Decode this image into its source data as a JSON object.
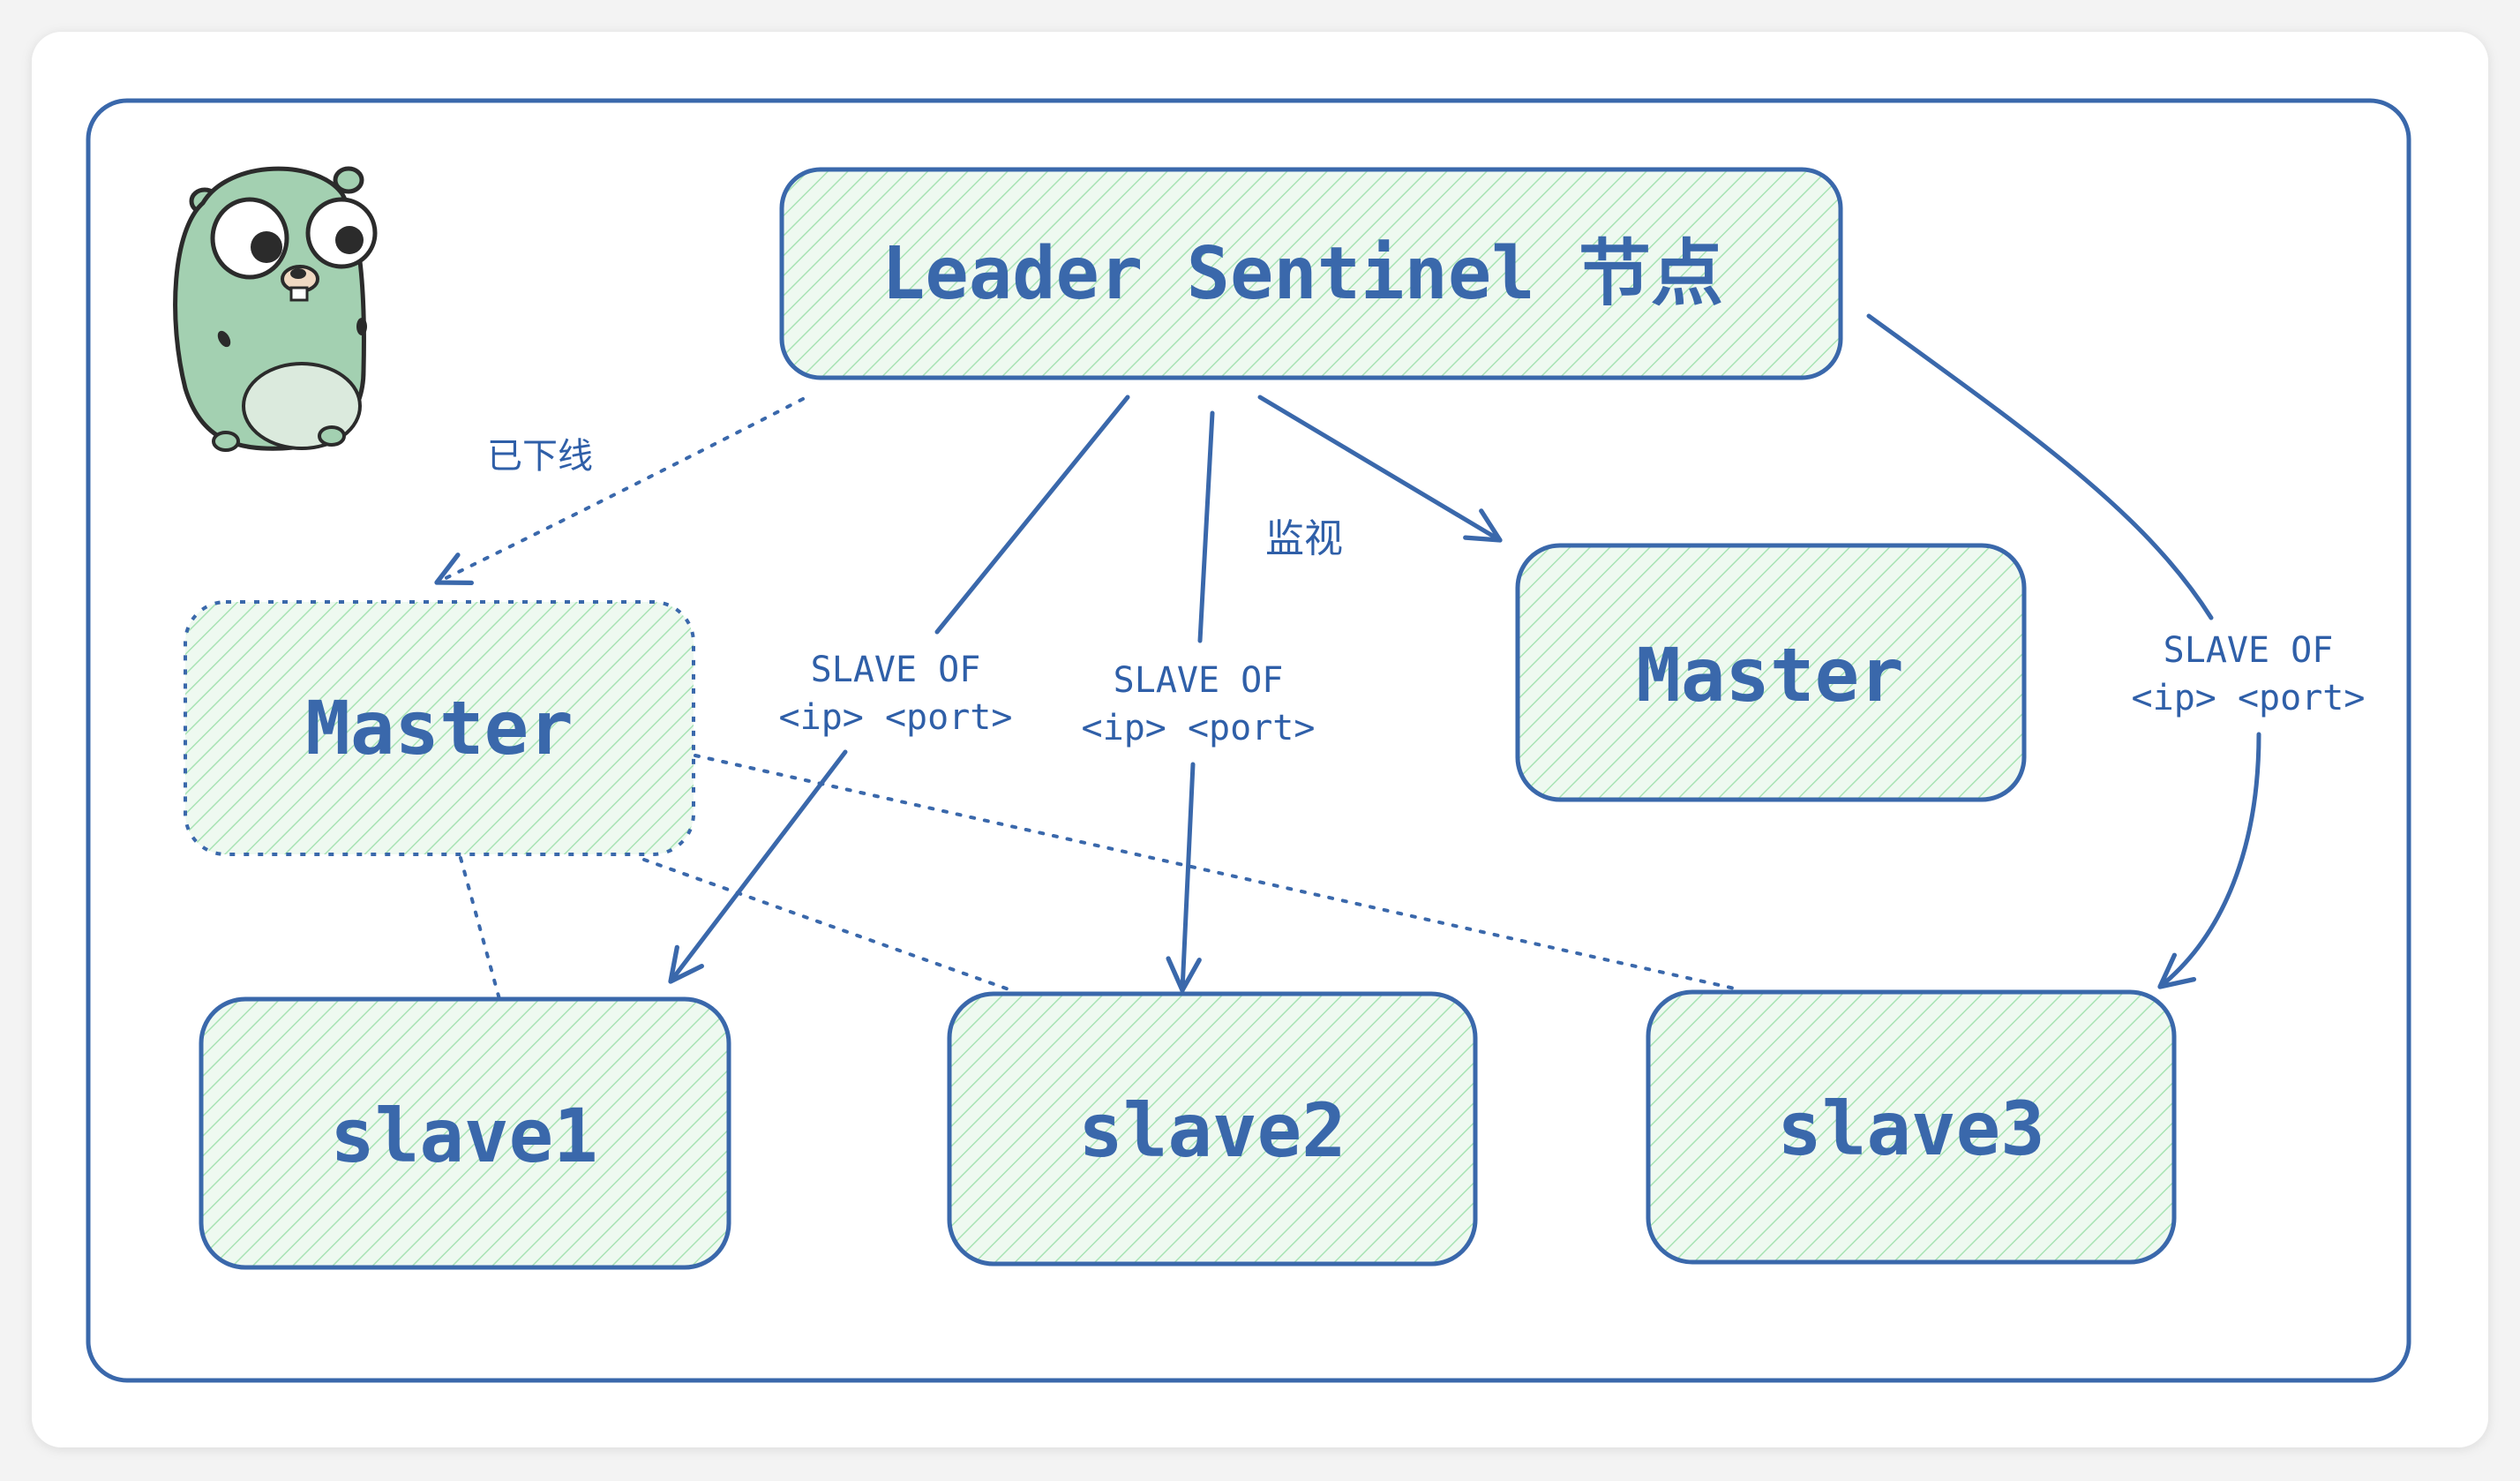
{
  "nodes": {
    "leader": {
      "label": "Leader Sentinel 节点"
    },
    "old_master": {
      "label": "Master",
      "status": "offline"
    },
    "new_master": {
      "label": "Master"
    },
    "slave1": {
      "label": "slave1"
    },
    "slave2": {
      "label": "slave2"
    },
    "slave3": {
      "label": "slave3"
    }
  },
  "edges": {
    "offline_label": "已下线",
    "monitor_label": "监视",
    "slaveof_line1": "SLAVE OF",
    "slaveof_line2": "<ip> <port>"
  },
  "colors": {
    "stroke": "#3a68ab",
    "fill_hatch": "#a8e3b4",
    "fill_base": "#eef9f0",
    "frame_bg": "#ffffff",
    "page_bg": "#f3f3f3"
  },
  "mascot": {
    "name": "gopher-icon"
  }
}
